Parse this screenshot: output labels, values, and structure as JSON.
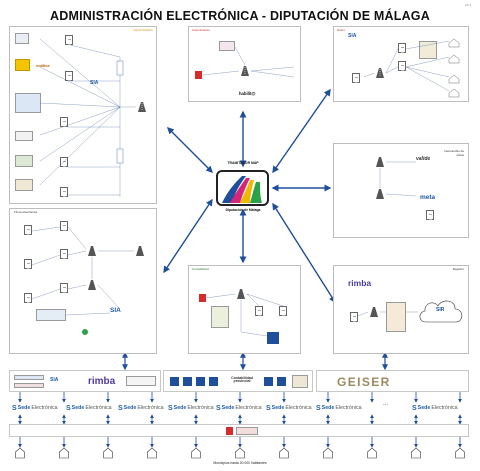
{
  "title": "ADMINISTRACIÓN ELECTRÓNICA - DIPUTACIÓN DE MÁLAGA",
  "version": "V1.4",
  "center": {
    "top_label": "TRAMITADOR MÁP",
    "bottom_label": "Diputación de Málaga"
  },
  "panels": {
    "top_left_caption": "Administración",
    "top_mid_caption": "Autenticación",
    "top_right_caption": "Datos",
    "right_mid_caption": "Intercambio de datos",
    "left_mid_caption": "Firma electrónica",
    "bottom_mid_caption": "Contabilidad",
    "bottom_right_caption": "Registro"
  },
  "logos": {
    "sia": "SIA",
    "notifica": "notifica",
    "habilit": "habilit@",
    "meta": "meta",
    "rimba": "rimba",
    "geiser": "GEISER",
    "cloud": "SIR",
    "contabilidad": "Contabilidad provincial",
    "valide": "valide"
  },
  "sede": {
    "mark": "S",
    "word": "Sede",
    "word2": "Electrónica",
    "ellipsis": "..."
  },
  "footer": "Municipios hasta 20.000 habitantes",
  "colors": {
    "arrow": "#1f4e9a",
    "accent_red": "#d52b2b",
    "panel_border": "#bdbdbd",
    "sede_blue": "#1f5ea8"
  }
}
